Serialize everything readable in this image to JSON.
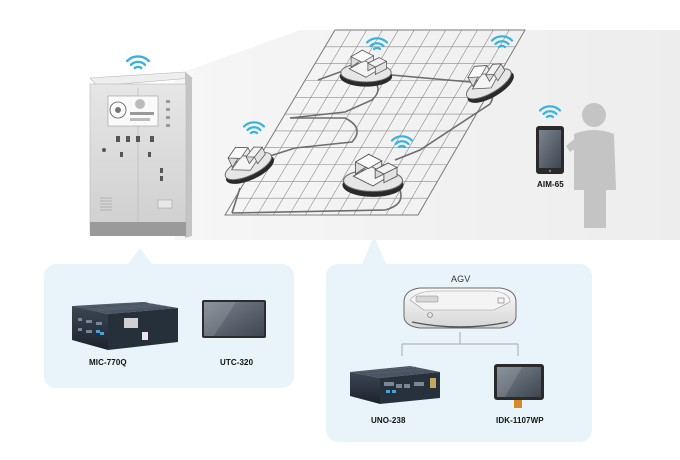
{
  "colors": {
    "wifi": "#35b2e0",
    "panel_bg": "#e8f4fa",
    "grid_line": "#8a8a8a",
    "cabinet": "#d7d7d7",
    "person": "#c4c4c4"
  },
  "icons": [
    "wifi-icon",
    "person-icon",
    "cabinet",
    "agv-robot",
    "tablet",
    "box-pc",
    "touch-display"
  ],
  "devices": {
    "aim65": "AIM-65",
    "mic7700q": "MIC-770Q",
    "utc320": "UTC-320",
    "agv": "AGV",
    "uno238": "UNO-238",
    "idk1107wp": "IDK-1107WP"
  }
}
